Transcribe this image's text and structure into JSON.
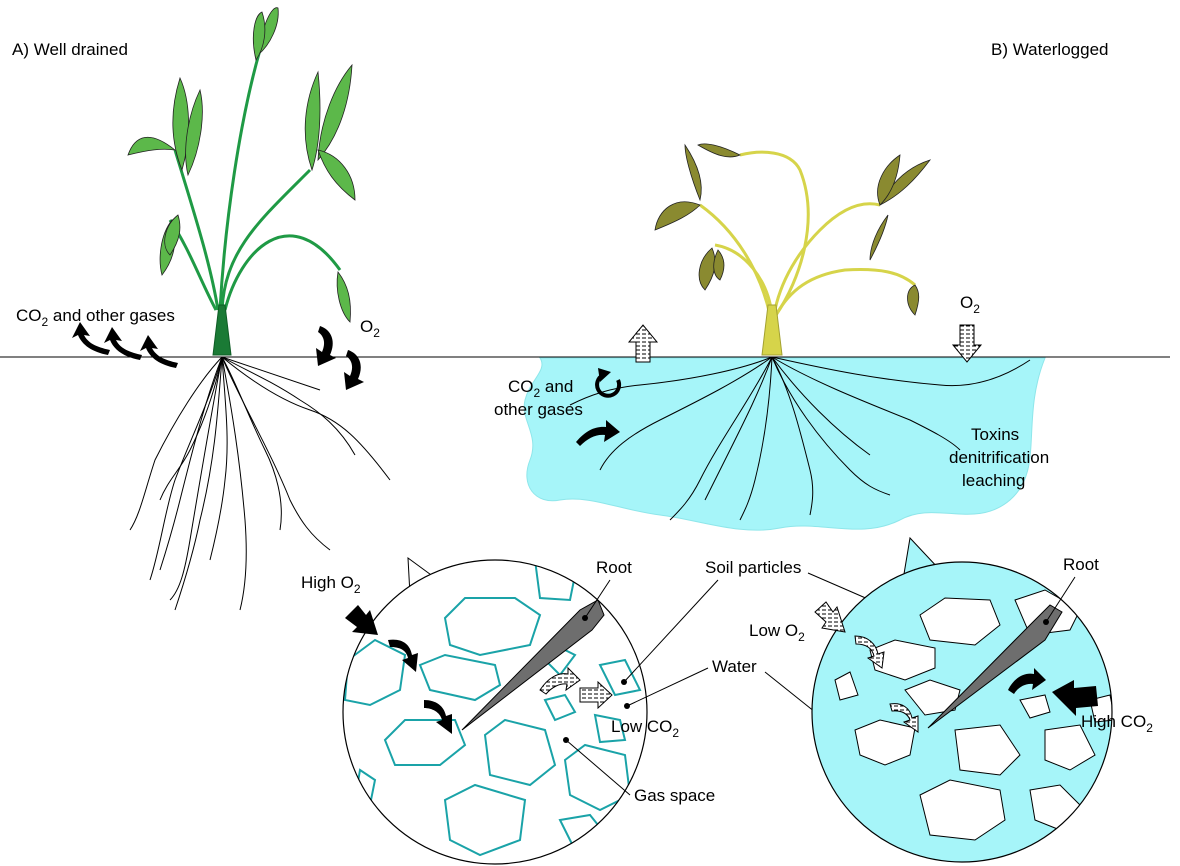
{
  "panels": {
    "a": {
      "title": "A) Well drained"
    },
    "b": {
      "title": "B) Waterlogged"
    }
  },
  "labels": {
    "co2_other_gases_a": {
      "pre": "CO",
      "sub": "2",
      "post": " and other gases"
    },
    "o2_a": {
      "pre": "O",
      "sub": "2"
    },
    "o2_b": {
      "pre": "O",
      "sub": "2"
    },
    "co2_b_line1": {
      "pre": "CO",
      "sub": "2",
      "post": " and"
    },
    "co2_b_line2": "other gases",
    "toxins": [
      "Toxins",
      "denitrification",
      "leaching"
    ],
    "high_o2": {
      "pre": "High O",
      "sub": "2"
    },
    "low_co2": {
      "pre": "Low CO",
      "sub": "2"
    },
    "low_o2": {
      "pre": "Low O",
      "sub": "2"
    },
    "high_co2": {
      "pre": "High CO",
      "sub": "2"
    },
    "root_a": "Root",
    "root_b": "Root",
    "soil_particles": "Soil particles",
    "water": "Water",
    "gas_space": "Gas space"
  },
  "colors": {
    "healthy_leaf": "#5cb84a",
    "healthy_stem": "#1f9a45",
    "healthy_base": "#1a7a35",
    "stressed_leaf": "#8a8a30",
    "stressed_stem": "#d6d44a",
    "water": "#a6f5f9",
    "pore_outline": "#1aa3a8",
    "root_tissue": "#6e6e6e"
  }
}
